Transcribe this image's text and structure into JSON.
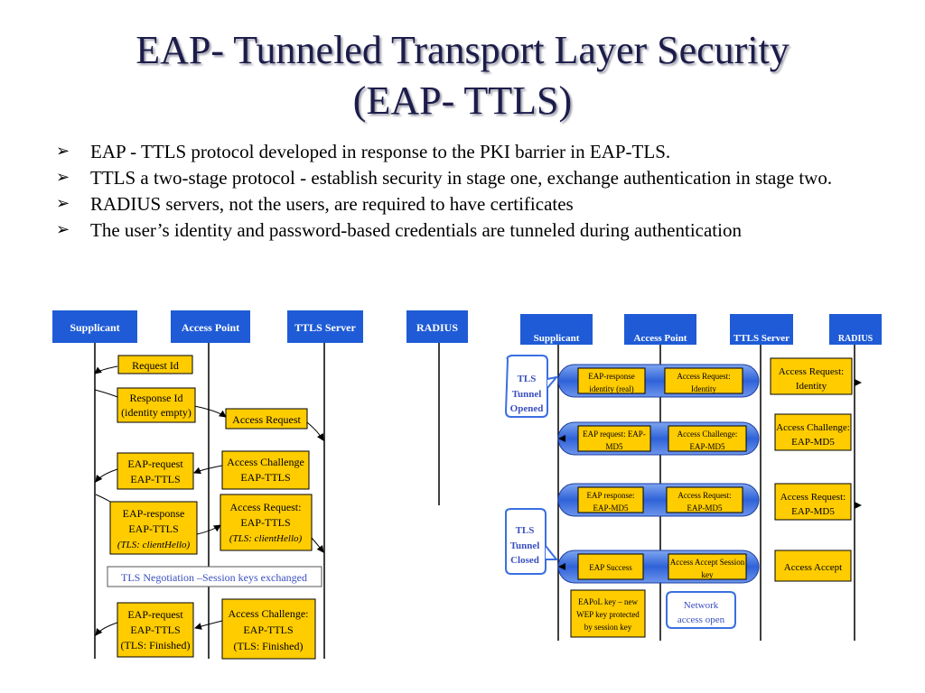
{
  "slide": {
    "title_line1": "EAP- Tunneled Transport Layer Security",
    "title_line2": "(EAP- TTLS)",
    "bullet_marker": "➢",
    "bullets": [
      "EAP - TTLS protocol developed in response to the PKI barrier in EAP-TLS.",
      "TTLS a two-stage protocol - establish security in stage one, exchange authentication in stage two.",
      "RADIUS servers, not the users, are required to have certificates",
      "The user’s identity and password-based credentials are tunneled during authentication"
    ]
  },
  "left_diagram": {
    "headers": [
      "Supplicant",
      "Access Point",
      "TTLS Server",
      "RADIUS"
    ],
    "messages": {
      "request_id": "Request Id",
      "response_id_1": "Response Id",
      "response_id_2": "(identity empty)",
      "access_request": "Access Request",
      "eap_req1_1": "EAP-request",
      "eap_req1_2": "EAP-TTLS",
      "access_challenge1_1": "Access Challenge",
      "access_challenge1_2": "EAP-TTLS",
      "eap_resp_1": "EAP-response",
      "eap_resp_2": "EAP-TTLS",
      "eap_resp_3": "(TLS: clientHello)",
      "access_req2_1": "Access Request:",
      "access_req2_2": "EAP-TTLS",
      "access_req2_3": "(TLS: clientHello)",
      "tls_negotiation": "TLS Negotiation –Session keys exchanged",
      "eap_req2_1": "EAP-request",
      "eap_req2_2": "EAP-TTLS",
      "eap_req2_3": "(TLS: Finished)",
      "access_challenge2_1": "Access Challenge:",
      "access_challenge2_2": "EAP-TTLS",
      "access_challenge2_3": "(TLS: Finished)"
    }
  },
  "right_diagram": {
    "headers": [
      "Supplicant",
      "Access Point",
      "TTLS Server",
      "RADIUS"
    ],
    "tunnel_opened_1": "TLS",
    "tunnel_opened_2": "Tunnel",
    "tunnel_opened_3": "Opened",
    "tunnel_closed_1": "TLS",
    "tunnel_closed_2": "Tunnel",
    "tunnel_closed_3": "Closed",
    "row1": {
      "a1": "EAP-response",
      "a2": "identity (real)",
      "b1": "Access Request:",
      "b2": "Identity",
      "c1": "Access Request:",
      "c2": "Identity"
    },
    "row2": {
      "a1": "EAP request: EAP-",
      "a2": "MD5",
      "b1": "Access Challenge:",
      "b2": "EAP-MD5",
      "c1": "Access Challenge:",
      "c2": "EAP-MD5"
    },
    "row3": {
      "a1": "EAP response:",
      "a2": "EAP-MD5",
      "b1": "Access Request:",
      "b2": "EAP-MD5",
      "c1": "Access Request:",
      "c2": "EAP-MD5"
    },
    "row4": {
      "a1": "EAP Success",
      "b1": "Access Accept Session",
      "b2": "key",
      "c1": "Access Accept"
    },
    "eapol_1": "EAPoL key – new",
    "eapol_2": "WEP key protected",
    "eapol_3": "by session key",
    "network_1": "Network",
    "network_2": "access open"
  },
  "colors": {
    "header_blue": "#1f5bd6",
    "message_yellow": "#ffcc00",
    "tunnel_blue": "#3a6fe0",
    "tls_blue_text": "#3a4fbf",
    "title_text": "#1c1c4a"
  }
}
